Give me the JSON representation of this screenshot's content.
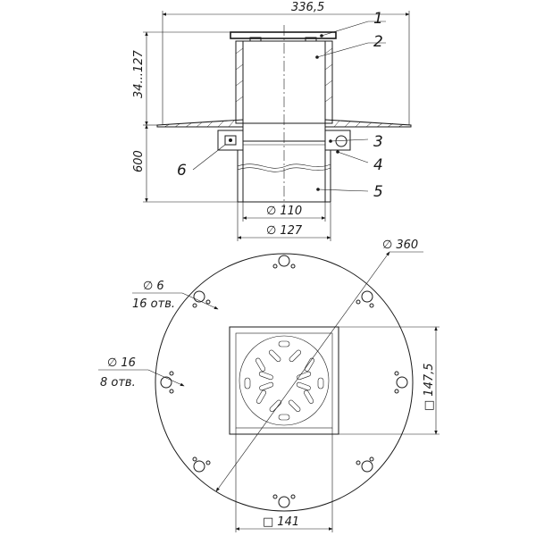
{
  "dimensions": {
    "flange_width": "336,5",
    "height_range": "34...127",
    "pipe_length": "600",
    "inner_diameter": "110",
    "outer_diameter": "127",
    "disc_diameter": "360",
    "small_hole_diameter": "6",
    "small_hole_count": "16 отв.",
    "large_hole_diameter": "16",
    "large_hole_count": "8 отв.",
    "grate_side": "147,5",
    "frame_side": "141"
  },
  "symbols": {
    "diameter": "∅",
    "square": "□"
  },
  "part_numbers": [
    "1",
    "2",
    "3",
    "4",
    "5",
    "6"
  ]
}
